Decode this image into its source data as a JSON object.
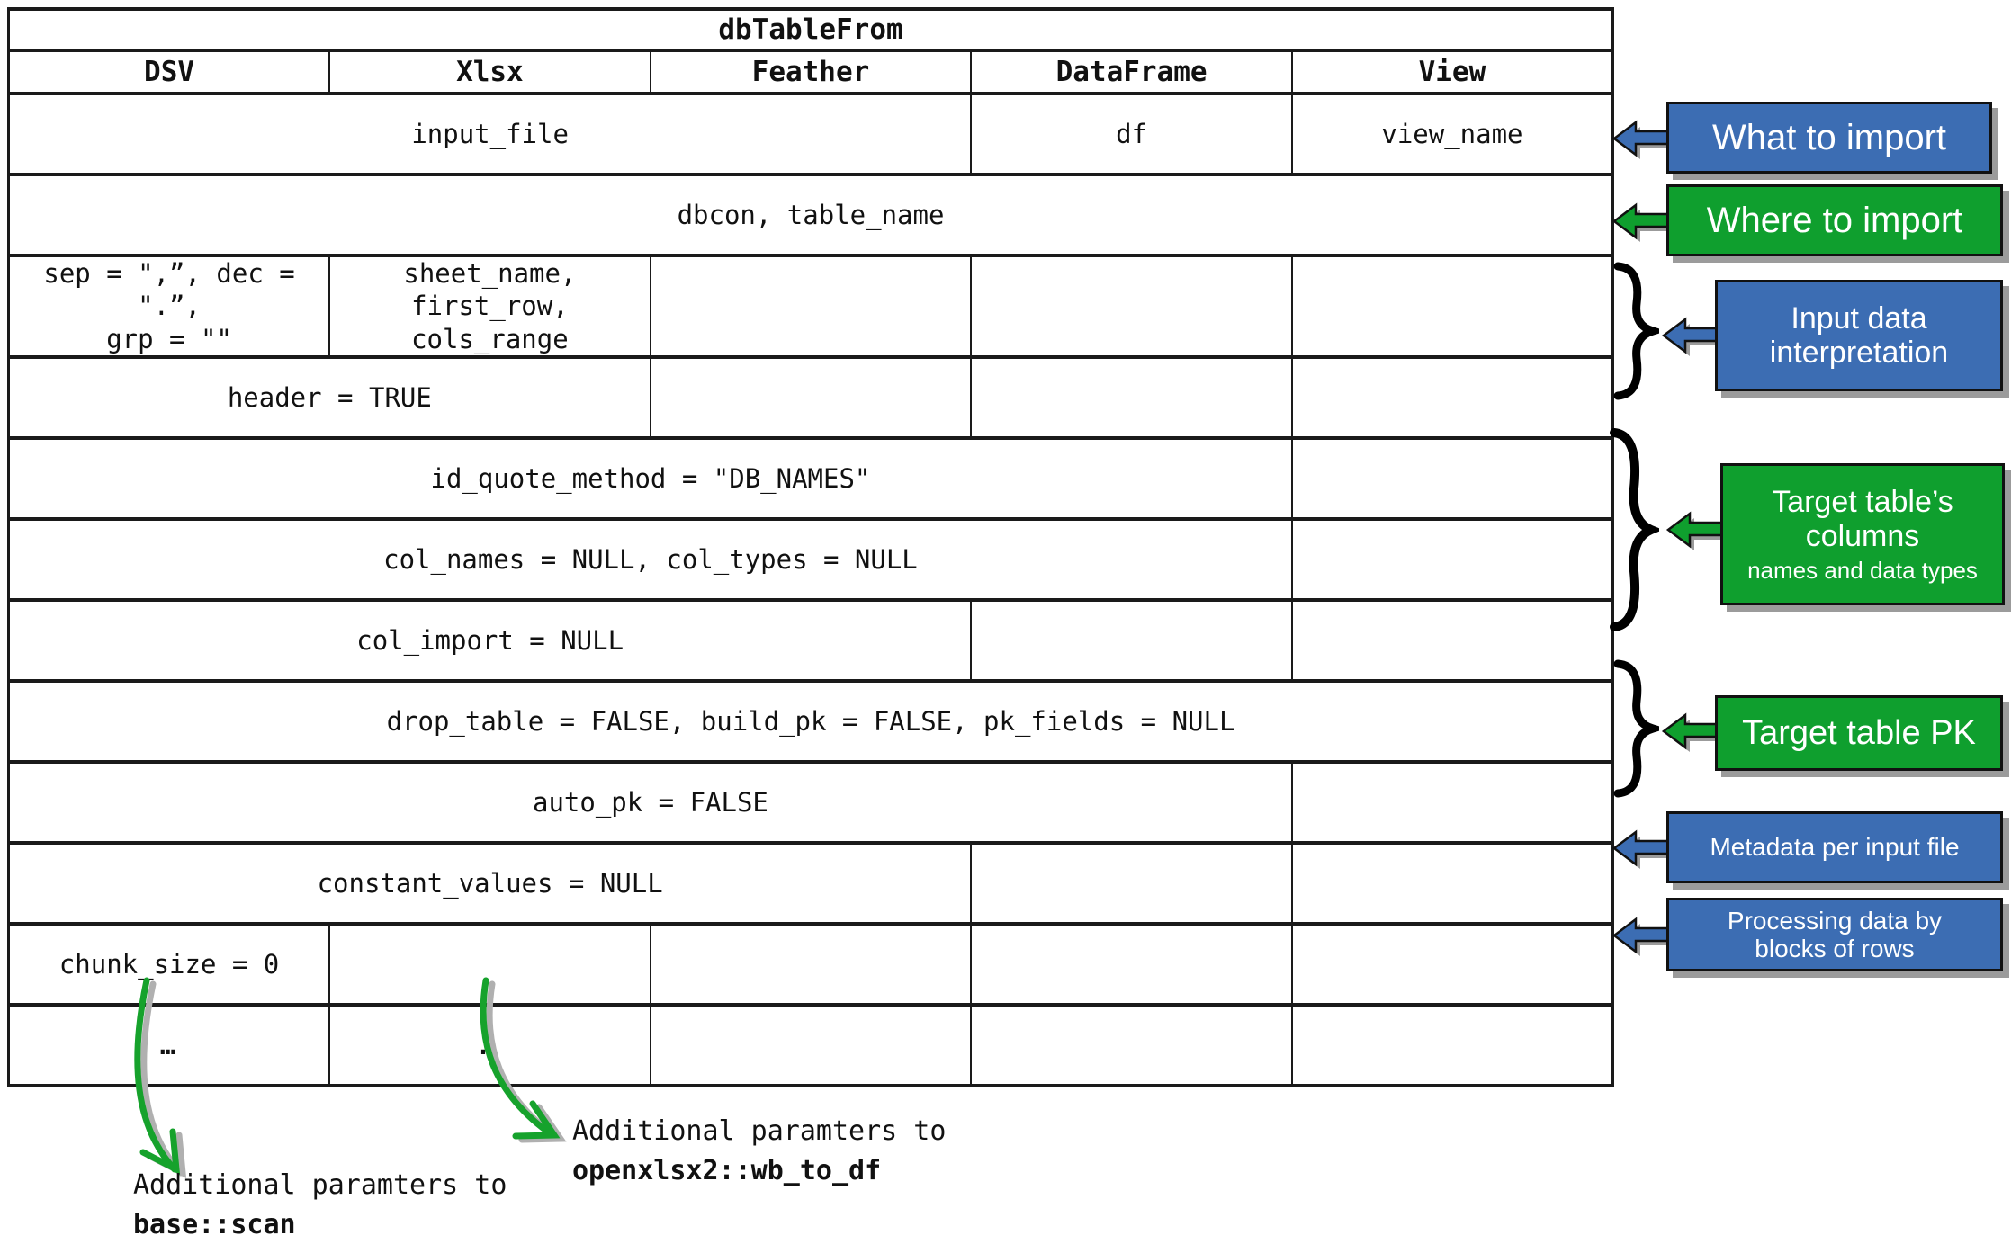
{
  "diagram_title": "dbTableFrom",
  "colors": {
    "callout_blue": "#3c6db3",
    "callout_green": "#0f9f2e",
    "cell_gray": "#808080",
    "arrow_green": "#16a22c",
    "shadow_gray": "#9b9b9b",
    "border_black": "#1a1a1a"
  },
  "glyphs": {
    "ellipsis": "…",
    "brace": "}"
  },
  "table": {
    "title": "dbTableFrom",
    "columns": [
      "DSV",
      "Xlsx",
      "Feather",
      "DataFrame",
      "View"
    ],
    "rows": [
      {
        "cells": [
          {
            "text": "input_file",
            "span": 3
          },
          {
            "text": "df",
            "span": 1
          },
          {
            "text": "view_name",
            "span": 1
          }
        ]
      },
      {
        "cells": [
          {
            "text": "dbcon, table_name",
            "span": 5
          }
        ]
      },
      {
        "cells": [
          {
            "text": "sep = \",”, dec = \".”,\ngrp = \"\"",
            "span": 1
          },
          {
            "text": "sheet_name, first_row,\ncols_range",
            "span": 1
          },
          {
            "gray": true,
            "span": 1
          },
          {
            "gray": true,
            "span": 1
          },
          {
            "gray": true,
            "span": 1
          }
        ]
      },
      {
        "cells": [
          {
            "text": "header = TRUE",
            "span": 2
          },
          {
            "gray": true,
            "span": 1
          },
          {
            "gray": true,
            "span": 1
          },
          {
            "gray": true,
            "span": 1
          }
        ]
      },
      {
        "cells": [
          {
            "text": "id_quote_method = \"DB_NAMES\"",
            "span": 4
          },
          {
            "gray": true,
            "span": 1
          }
        ]
      },
      {
        "cells": [
          {
            "text": "col_names = NULL, col_types = NULL",
            "span": 4
          },
          {
            "gray": true,
            "span": 1
          }
        ]
      },
      {
        "cells": [
          {
            "text": "col_import = NULL",
            "span": 3
          },
          {
            "gray": true,
            "span": 1
          },
          {
            "gray": true,
            "span": 1
          }
        ]
      },
      {
        "cells": [
          {
            "text": "drop_table = FALSE, build_pk = FALSE, pk_fields = NULL",
            "span": 5
          }
        ]
      },
      {
        "cells": [
          {
            "text": "auto_pk = FALSE",
            "span": 4
          },
          {
            "gray": true,
            "span": 1
          }
        ]
      },
      {
        "cells": [
          {
            "text": "constant_values = NULL",
            "span": 3
          },
          {
            "gray": true,
            "span": 1
          },
          {
            "gray": true,
            "span": 1
          }
        ]
      },
      {
        "cells": [
          {
            "text": "chunk_size = 0",
            "span": 1
          },
          {
            "gray": true,
            "span": 1
          },
          {
            "gray": true,
            "span": 1
          },
          {
            "gray": true,
            "span": 1
          },
          {
            "gray": true,
            "span": 1
          }
        ]
      },
      {
        "cells": [
          {
            "text": "…",
            "span": 1,
            "dots": true
          },
          {
            "text": "…",
            "span": 1,
            "dots": true
          },
          {
            "gray": true,
            "span": 1
          },
          {
            "gray": true,
            "span": 1
          },
          {
            "gray": true,
            "span": 1
          }
        ]
      }
    ]
  },
  "annotations": {
    "what_to_import": {
      "label": "What to import",
      "color": "#3c6db3"
    },
    "where_to_import": {
      "label": "Where to import",
      "color": "#0f9f2e"
    },
    "input_interpretation": {
      "label": "Input data\ninterpretation",
      "color": "#3c6db3"
    },
    "target_columns": {
      "label": "Target table’s\ncolumns",
      "sublabel": "names and data types",
      "color": "#0f9f2e"
    },
    "target_pk": {
      "label": "Target table PK",
      "color": "#0f9f2e"
    },
    "metadata": {
      "label": "Metadata per input file",
      "color": "#3c6db3"
    },
    "processing": {
      "label": "Processing data by\nblocks of rows",
      "color": "#3c6db3"
    }
  },
  "notes": {
    "dsv": {
      "line1": "Additional paramters to",
      "line2": "base::scan"
    },
    "xlsx": {
      "line1": "Additional paramters to",
      "line2": "openxlsx2::wb_to_df"
    }
  }
}
